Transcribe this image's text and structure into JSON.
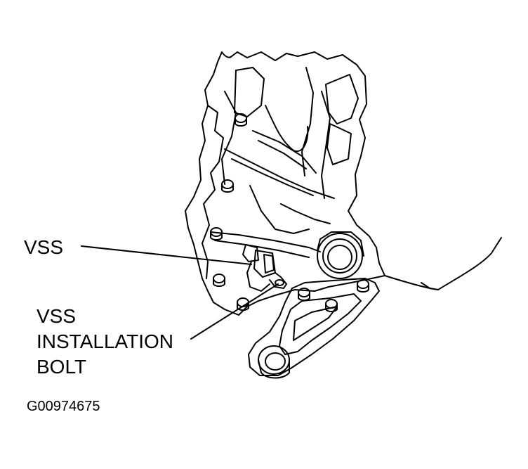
{
  "diagram": {
    "labels": {
      "vss": "VSS",
      "installation_bolt_lines": [
        "VSS",
        "INSTALLATION",
        "BOLT"
      ]
    },
    "figure_code": "G00974675",
    "line_color": "#000000",
    "background_color": "#ffffff"
  }
}
